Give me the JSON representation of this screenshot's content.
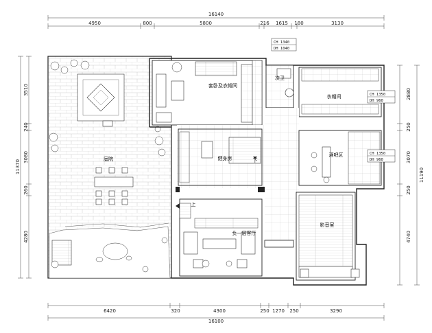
{
  "dimensions": {
    "top_total": "16140",
    "top": [
      "4950",
      "800",
      "5800",
      "216",
      "1615",
      "180",
      "3130"
    ],
    "bottom_total": "16100",
    "bottom": [
      "6420",
      "320",
      "4300",
      "250",
      "1270",
      "250",
      "3290"
    ],
    "left_total": "11370",
    "left": [
      "3510",
      "240",
      "3080",
      "260",
      "4280"
    ],
    "right_total": "11190",
    "right": [
      "2880",
      "250",
      "3070",
      "250",
      "4740"
    ]
  },
  "rooms": {
    "garden": "庭院",
    "wardrobe_large": "套卧及衣帽间",
    "bathroom": "次卫",
    "wardrobe_small": "衣帽间",
    "gym": "健身房",
    "bar": "酒吧区",
    "theater": "影音室",
    "living": "负一层客厅"
  },
  "ceiling_tags": {
    "bath": [
      "CH  1340",
      "DH  1040"
    ],
    "wardrobe": [
      "CH  1350",
      "DH  960"
    ],
    "bar": [
      "CH  1350",
      "DH  960"
    ]
  },
  "stair_marks": {
    "gym_stair": "下",
    "living_stair": "上"
  }
}
